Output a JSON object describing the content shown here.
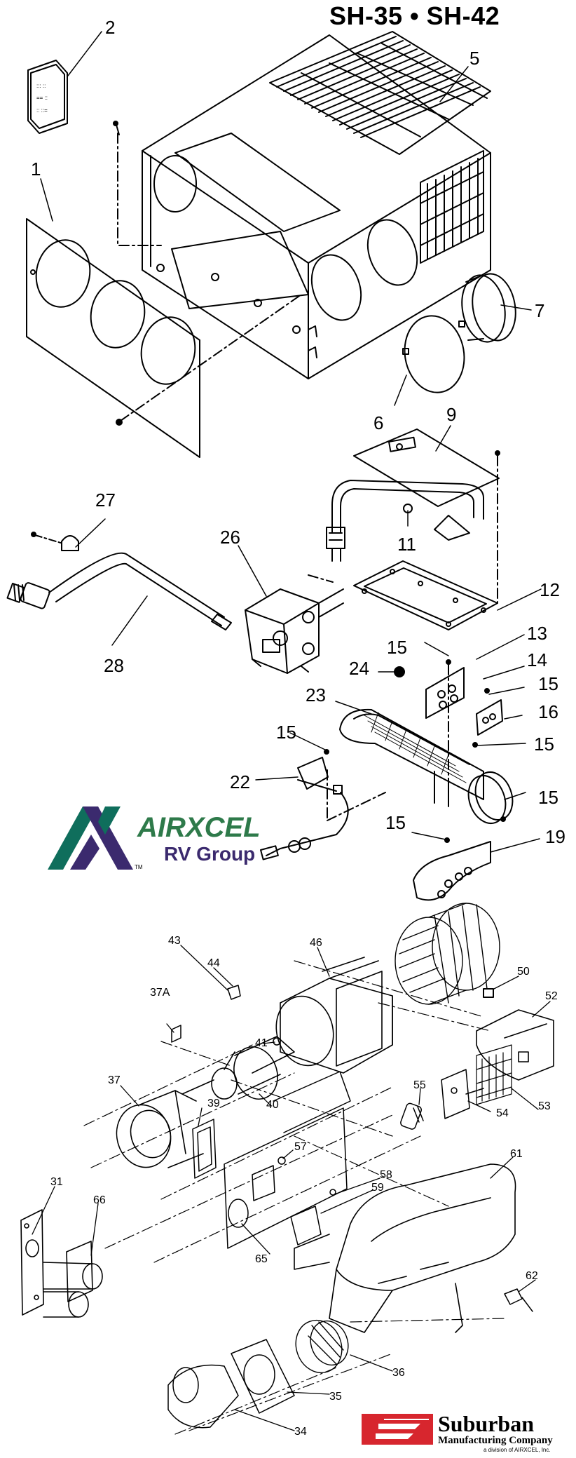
{
  "title": "SH-35 • SH-42",
  "callouts": [
    "1",
    "2",
    "5",
    "6",
    "7",
    "9",
    "11",
    "12",
    "13",
    "14",
    "15",
    "16",
    "19",
    "22",
    "23",
    "24",
    "26",
    "27",
    "28",
    "31",
    "34",
    "35",
    "36",
    "37",
    "37A",
    "39",
    "40",
    "41",
    "43",
    "44",
    "46",
    "50",
    "52",
    "53",
    "54",
    "55",
    "57",
    "58",
    "59",
    "61",
    "62",
    "65",
    "66"
  ],
  "airxcel_logo": {
    "name": "AIRXCEL",
    "group": "RV Group",
    "tm": "TM",
    "colors": {
      "green": "#2e7a4a",
      "purple": "#3b2a6e",
      "teal": "#0f6e5c"
    }
  },
  "suburban_logo": {
    "name": "Suburban",
    "line2": "Manufacturing Company",
    "line3": "a division of AIRXCEL, Inc.",
    "colors": {
      "red": "#d7262e"
    }
  }
}
